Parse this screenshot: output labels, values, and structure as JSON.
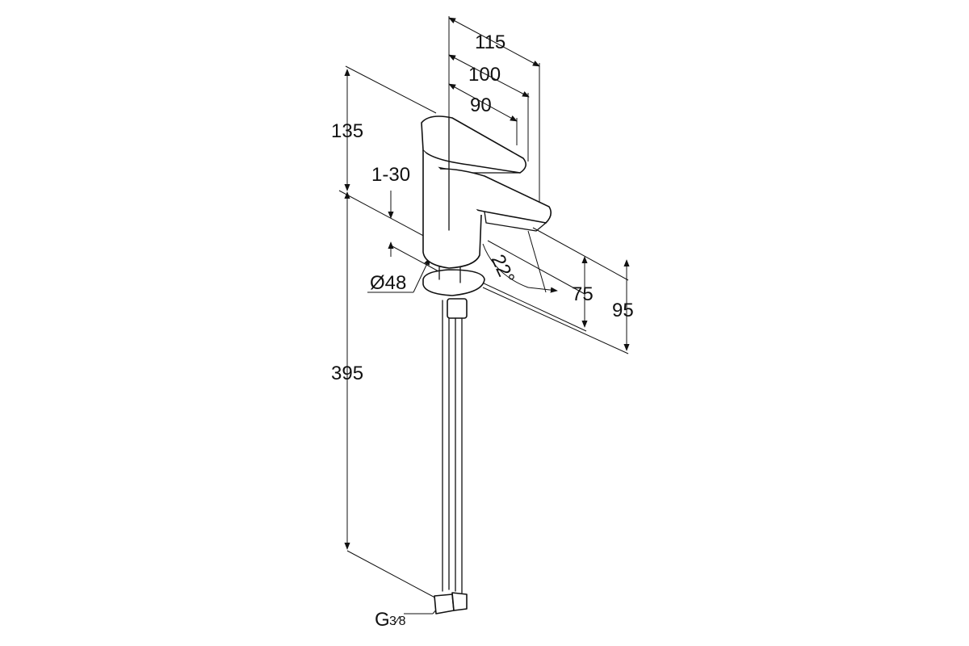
{
  "dimensions": {
    "d115": "115",
    "d100": "100",
    "d90": "90",
    "d135": "135",
    "d1_30": "1-30",
    "d22deg": "22°",
    "d48": "Ø48",
    "d75": "75",
    "d95": "95",
    "d395": "395",
    "thread": "G",
    "thread_fraction": "3⁄8"
  }
}
